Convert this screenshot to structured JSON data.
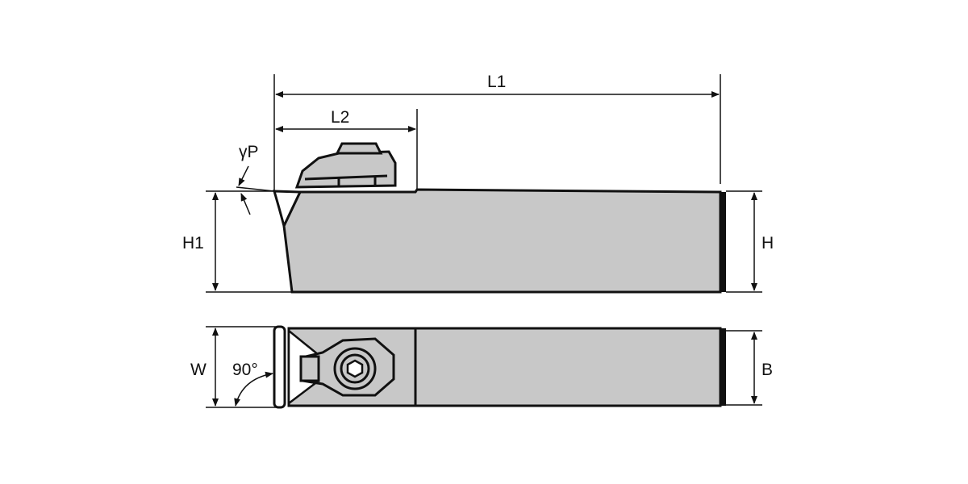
{
  "labels": {
    "L1": "L1",
    "L2": "L2",
    "gammaP": "γP",
    "H1": "H1",
    "H": "H",
    "W": "W",
    "angle90": "90°",
    "B": "B"
  },
  "colors": {
    "body": "#c8c8c8",
    "outline": "#111111"
  }
}
